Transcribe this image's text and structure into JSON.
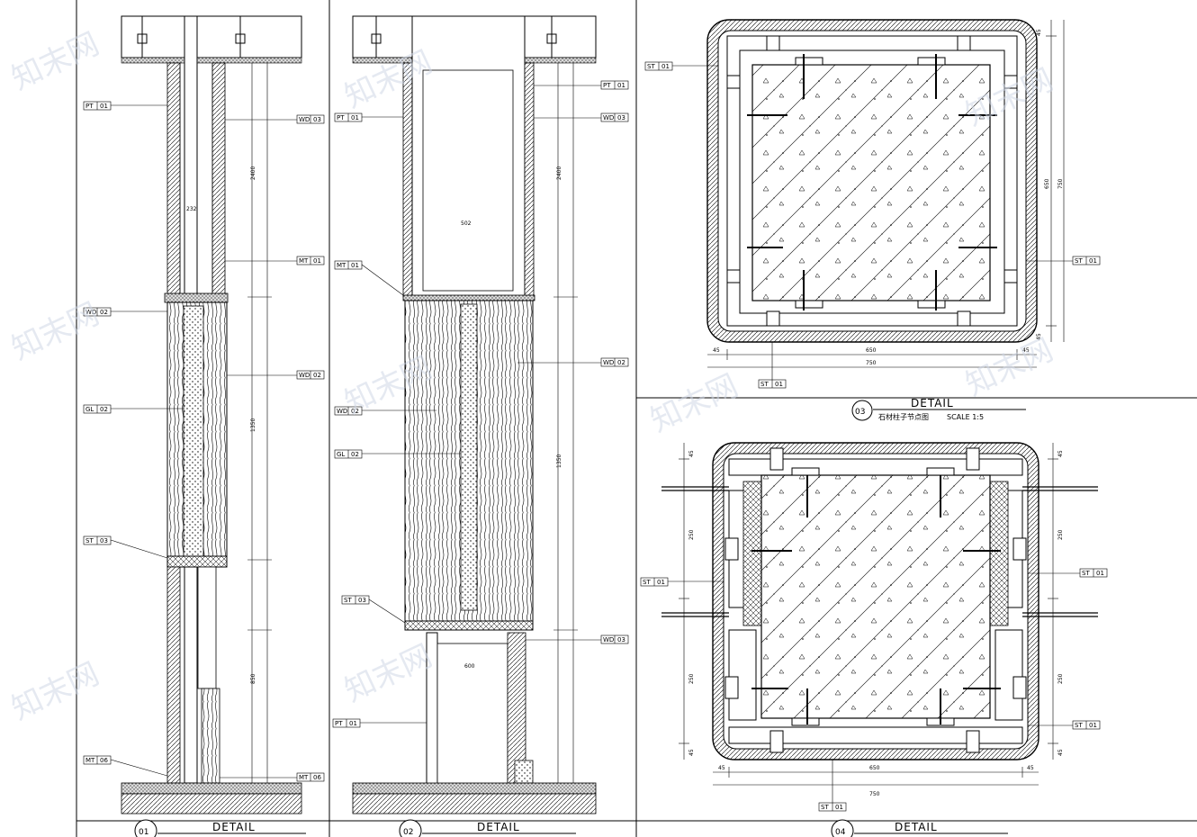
{
  "panels": {
    "p01": {
      "number": "01",
      "title": "DETAIL"
    },
    "p02": {
      "number": "02",
      "title": "DETAIL"
    },
    "p03": {
      "number": "03",
      "title": "DETAIL",
      "subtitle": "石材柱子节点图",
      "scale": "SCALE 1:5"
    },
    "p04": {
      "number": "04",
      "title": "DETAIL"
    }
  },
  "tags": {
    "pt01": [
      "PT",
      "01"
    ],
    "wd02": [
      "WD",
      "02"
    ],
    "wd03": [
      "WD",
      "03"
    ],
    "gl02": [
      "GL",
      "02"
    ],
    "st01": [
      "ST",
      "01"
    ],
    "st03": [
      "ST",
      "03"
    ],
    "mt01": [
      "MT",
      "01"
    ],
    "mt06": [
      "MT",
      "06"
    ]
  },
  "dims": {
    "p03_top": [
      "45",
      "650",
      "45"
    ],
    "p03_total": "750",
    "p03_right": [
      "45",
      "650",
      "45"
    ],
    "p03_right_total": "750",
    "p04_bottom": [
      "45",
      "650",
      "45"
    ],
    "p04_total": "750",
    "p04_left": [
      "45",
      "250",
      "250",
      "45"
    ],
    "p04_right": [
      "45",
      "250",
      "250",
      "45"
    ]
  },
  "elev_dims": {
    "e1_upper": "2400",
    "e1_mid": "1350",
    "e1_low": "850",
    "e1_w": "232",
    "e2_upper": "2400",
    "e2_mid": "1350",
    "e2_w": "502",
    "e2_low_w": "600"
  },
  "watermark": "知末网"
}
